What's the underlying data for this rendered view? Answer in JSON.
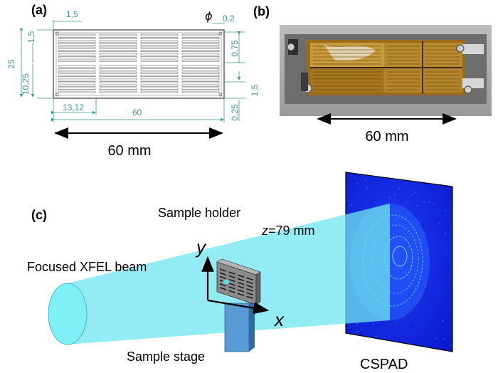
{
  "panel_a": {
    "label": "(a)",
    "scale_text": "60 mm",
    "dims": {
      "top_margin": "1,5",
      "left_margin": "1,5",
      "hole_diameter": "0,2",
      "height_total": "25",
      "half_height": "10,25",
      "right_gap": "0,75",
      "right_margin": "1,5",
      "bottom_gap": "0,25",
      "column_width": "13,12",
      "width_total": "60"
    }
  },
  "panel_b": {
    "label": "(b)",
    "scale_text": "60 mm"
  },
  "panel_c": {
    "label": "(c)",
    "sample_holder": "Sample holder",
    "distance_var": "z",
    "distance_rest": "=79 mm",
    "beam": "Focused XFEL beam",
    "stage": "Sample stage",
    "detector": "CSPAD",
    "axis_x": "x",
    "axis_y": "y"
  },
  "colors": {
    "beam": "#7fe9f0",
    "detector": "#1a2ee0",
    "stage": "#5b9bd5",
    "dimension": "#3a9a8f"
  }
}
